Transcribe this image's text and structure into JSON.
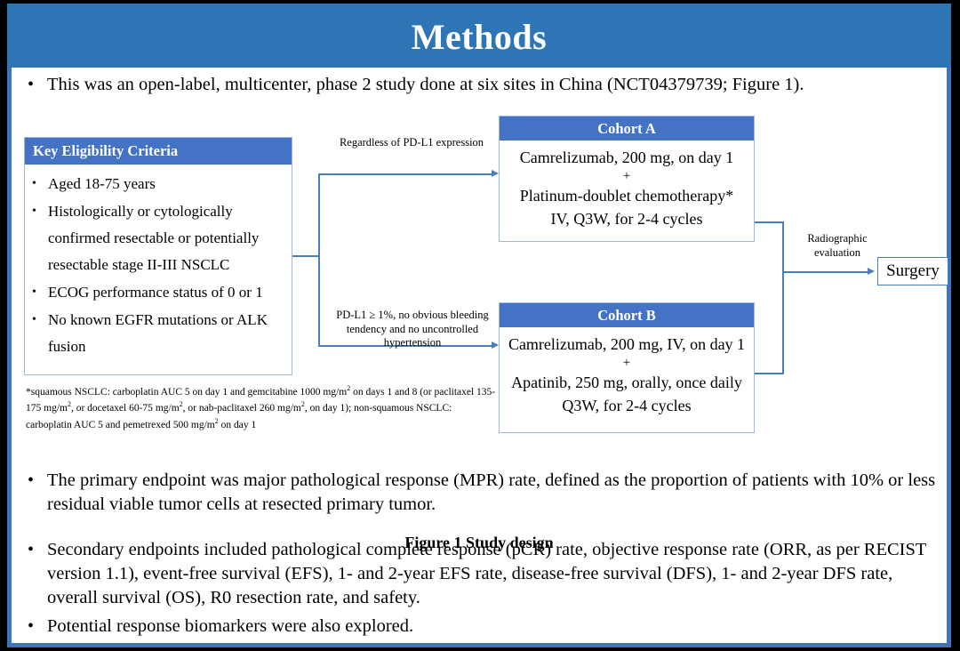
{
  "slide": {
    "title": "Methods",
    "title_bar_color": "#2E75B6",
    "box_header_color": "#4472C4",
    "connector_color": "#4A7EBB",
    "border_color": "#3B76B8"
  },
  "intro_bullet": {
    "marker": "•",
    "text": "This was an open-label, multicenter, phase 2 study done at six sites in China (NCT04379739; Figure 1)."
  },
  "figure": {
    "caption": "Figure 1 Study design",
    "eligibility": {
      "header": "Key  Eligibility Criteria",
      "marker": "•",
      "criteria": [
        "Aged 18-75 years",
        "Histologically or cytologically confirmed resectable or potentially resectable stage II-III  NSCLC",
        "ECOG performance status of 0 or 1",
        "No known EGFR mutations or ALK fusion"
      ]
    },
    "footnote": "*squamous NSCLC: carboplatin AUC 5 on day 1 and gemcitabine 1000 mg/m2 on days 1 and 8 (or paclitaxel 135-175 mg/m2, or docetaxel 60-75 mg/m2, or nab-paclitaxel 260 mg/m2, on day 1); non-squamous NSCLC: carboplatin AUC 5 and pemetrexed 500 mg/m2 on day 1",
    "connector_labels": {
      "cohort_a": "Regardless  of PD-L1 expression",
      "cohort_b": "PD-L1 ≥ 1%, no obvious bleeding tendency  and no uncontrolled  hypertension",
      "surgery": "Radiographic evaluation"
    },
    "cohort_a": {
      "header": "Cohort A",
      "line1": "Camrelizumab, 200 mg, on day 1",
      "plus": "+",
      "line2": "Platinum-doublet chemotherapy*",
      "line3": "IV, Q3W, for 2-4 cycles"
    },
    "cohort_b": {
      "header": "Cohort B",
      "line1": "Camrelizumab, 200 mg, IV, on day 1",
      "plus": "+",
      "line2": "Apatinib, 250 mg, orally, once daily",
      "line3": "Q3W, for 2-4 cycles"
    },
    "surgery": {
      "label": "Surgery"
    }
  },
  "bullets": [
    {
      "marker": "•",
      "text": "The primary endpoint was major pathological response (MPR) rate, defined as the proportion of patients with 10% or less residual viable tumor cells at resected primary tumor."
    },
    {
      "marker": "•",
      "text": "Secondary endpoints included pathological complete response (pCR) rate, objective response rate (ORR, as per RECIST version 1.1), event-free survival (EFS), 1- and 2-year EFS rate, disease-free survival (DFS), 1- and 2-year DFS rate, overall survival (OS), R0 resection rate, and safety."
    },
    {
      "marker": "•",
      "text": "Potential response biomarkers were also explored."
    }
  ]
}
